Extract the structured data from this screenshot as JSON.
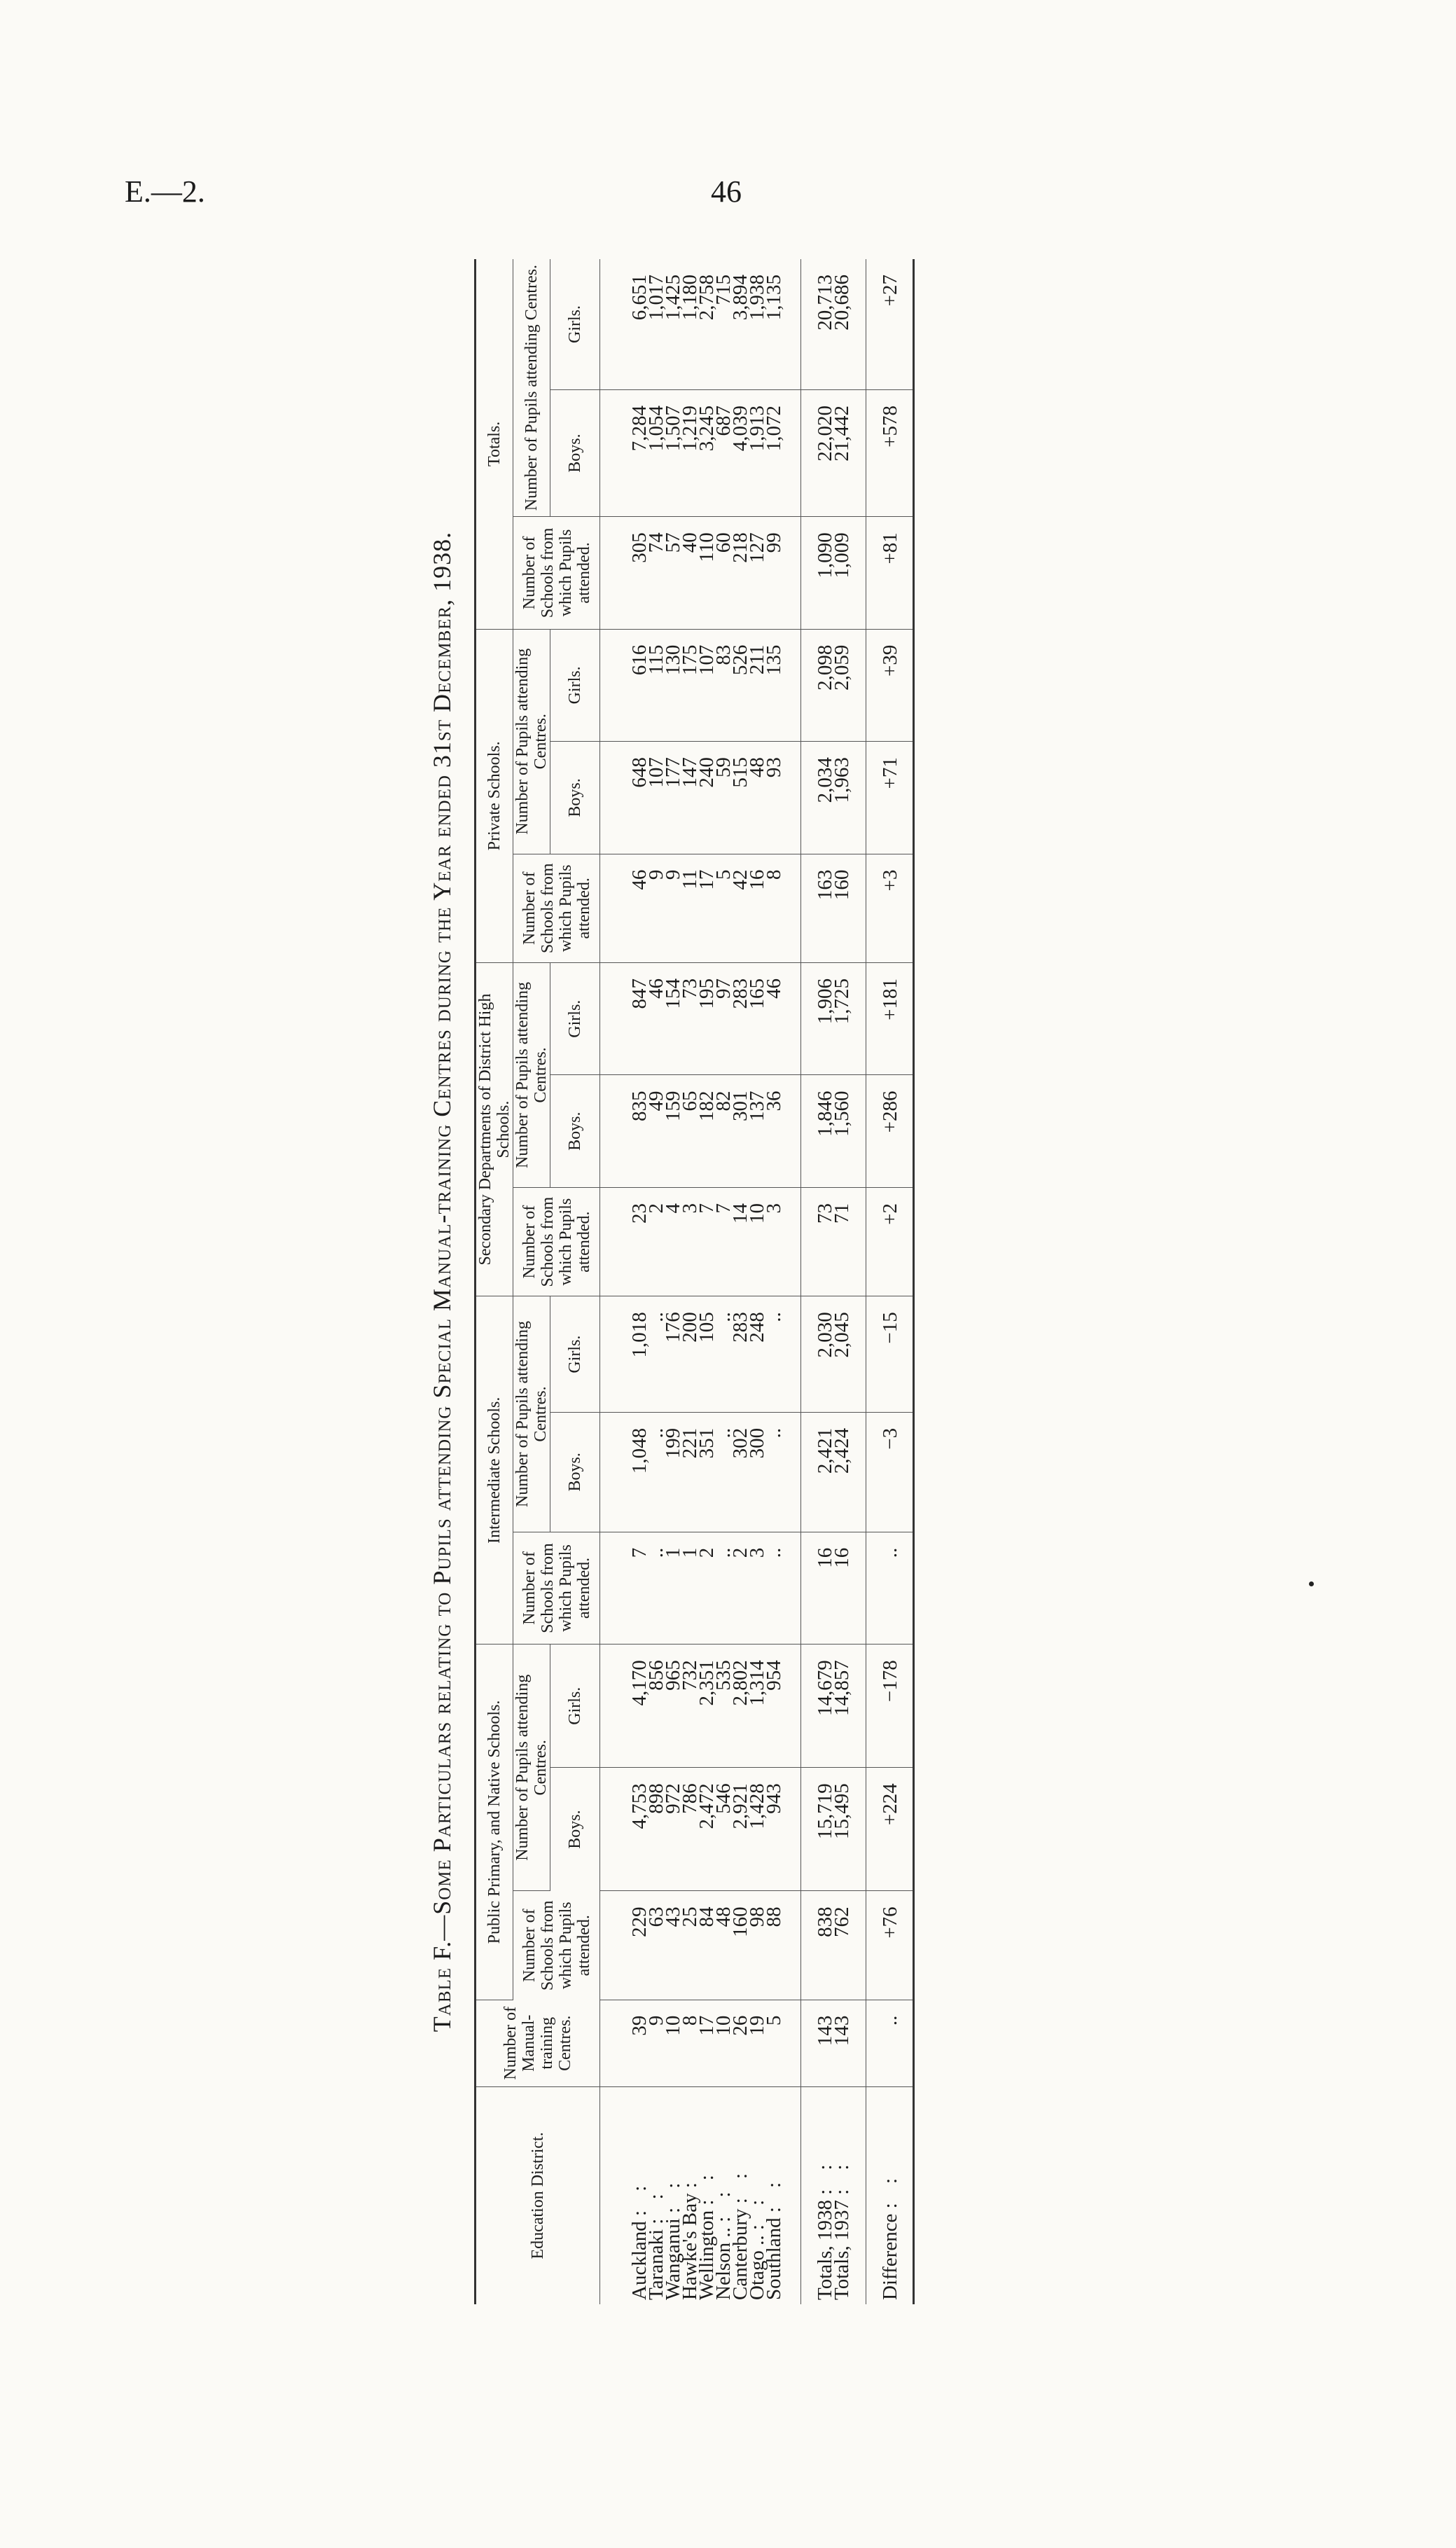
{
  "page": {
    "left": "E.—2.",
    "right": "46"
  },
  "title": {
    "prefix": "Table F.",
    "text": "—Some Particulars relating to Pupils attending Special Manual-training Centres during the Year ended 31st December, 1938."
  },
  "headers": {
    "district": "Education District.",
    "centres": "Number of Manual-training Centres.",
    "public": "Public Primary, and Native Schools.",
    "intermediate": "Intermediate Schools.",
    "secondary": "Secondary Departments of District High Schools.",
    "private": "Private Schools.",
    "totals": "Totals.",
    "schools_a": "Number of Schools from which Pupils attended.",
    "schools_b": "Number of Schools from which Pupils attended.",
    "pupils": "Number of Pupils attending Centres.",
    "boys": "Boys.",
    "girls": "Girls."
  },
  "rows": [
    {
      "district": "Auckland",
      "dots": ": :",
      "cells": [
        "39",
        "229",
        "4,753",
        "4,170",
        "7",
        "1,048",
        "1,018",
        "23",
        "835",
        "847",
        "46",
        "648",
        "616",
        "305",
        "7,284",
        "6,651"
      ]
    },
    {
      "district": "Taranaki",
      "dots": ": :",
      "cells": [
        "9",
        "63",
        "898",
        "856",
        "..",
        "..",
        "..",
        "2",
        "49",
        "46",
        "9",
        "107",
        "115",
        "74",
        "1,054",
        "1,017"
      ]
    },
    {
      "district": "Wanganui",
      "dots": ": :",
      "cells": [
        "10",
        "43",
        "972",
        "965",
        "1",
        "199",
        "176",
        "4",
        "159",
        "154",
        "9",
        "177",
        "130",
        "57",
        "1,507",
        "1,425"
      ]
    },
    {
      "district": "Hawke's Bay",
      "dots": ":",
      "cells": [
        "8",
        "25",
        "786",
        "732",
        "1",
        "221",
        "200",
        "3",
        "65",
        "73",
        "11",
        "147",
        "175",
        "40",
        "1,219",
        "1,180"
      ]
    },
    {
      "district": "Wellington",
      "dots": ": :",
      "cells": [
        "17",
        "84",
        "2,472",
        "2,351",
        "2",
        "351",
        "105",
        "7",
        "182",
        "195",
        "17",
        "240",
        "107",
        "110",
        "3,245",
        "2,758"
      ]
    },
    {
      "district": "Nelson ..",
      "dots": ": :",
      "cells": [
        "10",
        "48",
        "546",
        "535",
        "..",
        "..",
        "..",
        "7",
        "82",
        "97",
        "5",
        "59",
        "83",
        "60",
        "687",
        "715"
      ]
    },
    {
      "district": "Canterbury",
      "dots": ": :",
      "cells": [
        "26",
        "160",
        "2,921",
        "2,802",
        "2",
        "302",
        "283",
        "14",
        "301",
        "283",
        "42",
        "515",
        "526",
        "218",
        "4,039",
        "3,894"
      ]
    },
    {
      "district": "Otago ..",
      "dots": ": :",
      "cells": [
        "19",
        "98",
        "1,428",
        "1,314",
        "3",
        "300",
        "248",
        "10",
        "137",
        "165",
        "16",
        "48",
        "211",
        "127",
        "1,913",
        "1,938"
      ]
    },
    {
      "district": "Southland",
      "dots": ": :",
      "cells": [
        "5",
        "88",
        "943",
        "954",
        "..",
        "..",
        "..",
        "3",
        "36",
        "46",
        "8",
        "93",
        "135",
        "99",
        "1,072",
        "1,135"
      ]
    }
  ],
  "totals": [
    {
      "label": "Totals, 1938",
      "dots": ": :",
      "cells": [
        "143",
        "838",
        "15,719",
        "14,679",
        "16",
        "2,421",
        "2,030",
        "73",
        "1,846",
        "1,906",
        "163",
        "2,034",
        "2,098",
        "1,090",
        "22,020",
        "20,713"
      ]
    },
    {
      "label": "Totals, 1937",
      "dots": ": :",
      "cells": [
        "143",
        "762",
        "15,495",
        "14,857",
        "16",
        "2,424",
        "2,045",
        "71",
        "1,560",
        "1,725",
        "160",
        "1,963",
        "2,059",
        "1,009",
        "21,442",
        "20,686"
      ]
    }
  ],
  "difference": {
    "label": "Difference",
    "dots": ": :",
    "cells": [
      "..",
      "+76",
      "+224",
      "−178",
      "..",
      "−3",
      "−15",
      "+2",
      "+286",
      "+181",
      "+3",
      "+71",
      "+39",
      "+81",
      "+578",
      "+27"
    ]
  }
}
